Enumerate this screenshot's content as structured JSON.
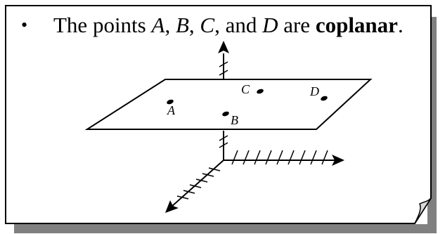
{
  "caption": {
    "bullet": "•",
    "text_prefix": "The points ",
    "point_a": "A",
    "sep1": ", ",
    "point_b": "B",
    "sep2": ", ",
    "point_c": "C",
    "sep3": ", and ",
    "point_d": "D",
    "text_middle": " are ",
    "term": "coplanar",
    "text_end": "."
  },
  "points": [
    {
      "label": "A"
    },
    {
      "label": "B"
    },
    {
      "label": "C"
    },
    {
      "label": "D"
    }
  ],
  "colors": {
    "background": "#ffffff",
    "ink": "#000000",
    "shadow": "#808080"
  }
}
